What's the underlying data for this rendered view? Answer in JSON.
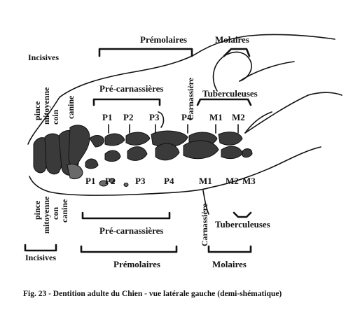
{
  "labels": {
    "premolaires_top": "Prémolaires",
    "molaires_top": "Molaires",
    "incisives_top": "Incisives",
    "pre_carnassieres_top": "Pré-carnassières",
    "carnassiere_top": "Carnassière",
    "tuberculeuses_top": "Tuberculeuses",
    "pince_top": "pince",
    "mitoyenne_top": "mitoyenne",
    "coin_top": "coin",
    "canine_top": "canine",
    "pince_bottom": "pince",
    "mitoyenne_bottom": "mitoyenne",
    "coin_bottom": "con",
    "canine_bottom": "canine",
    "pre_carnassieres_bottom": "Pré-carnassières",
    "carnassiere_bottom": "Carnassière",
    "tuberculeuses_bottom": "Tuberculeuses",
    "incisives_bottom": "Incisives",
    "premolaires_bottom": "Prémolaires",
    "molaires_bottom": "Molaires"
  },
  "upper_teeth": [
    "P1",
    "P2",
    "P3",
    "P4",
    "M1",
    "M2"
  ],
  "lower_teeth": [
    "P1",
    "P2",
    "P3",
    "P4",
    "M1",
    "M2",
    "M3"
  ],
  "caption": "Fig. 23 - Dentition adulte du Chien - vue latérale gauche (demi-shématique)"
}
